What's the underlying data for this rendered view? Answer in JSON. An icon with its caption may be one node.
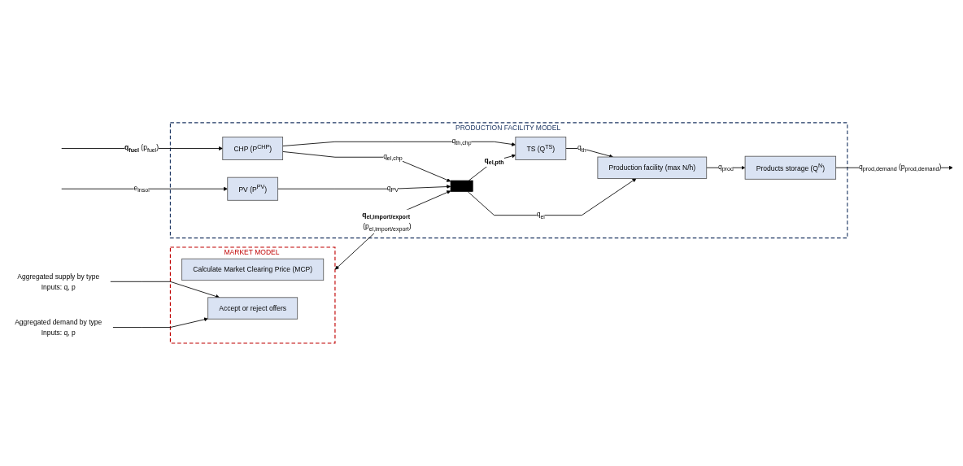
{
  "diagram": {
    "nodes": [
      {
        "text": [
          "Aggregated supply by type",
          "Inputs: q, p"
        ]
      },
      {
        "text": [
          "MARKET MODEL"
        ]
      },
      {
        "text": [
          "Calculate Market Clearing Price (MCP)"
        ],
        "in": 1
      },
      {
        "text": [
          "Accept or reject offers"
        ],
        "in": 1
      },
      {
        "text": [
          "Aggregated demand by type",
          "Inputs: q, p"
        ]
      },
      {
        "text": [
          "PRODUCTION FACILITY MODEL"
        ]
      },
      {
        "text": [
          "CHP (P$^{CHP}$)"
        ],
        "in": 5
      },
      {
        "text": [
          "TS (Q$^{TS}$)"
        ],
        "in": 5
      },
      {
        "text": [
          "Production facility (max N/h)"
        ],
        "in": 5
      },
      {
        "text": [],
        "shape": "bar",
        "in": 5
      },
      {
        "text": [
          "Products storage (Q$^{N}$)"
        ],
        "in": 5
      },
      {
        "text": [
          "PV (P$^{PV}$)"
        ],
        "in": 5
      }
    ],
    "edges": [
      {
        "from": 0,
        "to": 3,
        "arrow": "to"
      },
      {
        "from": 4,
        "to": 3,
        "arrow": "to"
      },
      {
        "from": null,
        "to": 6,
        "arrow": "to",
        "label": "**q$_{fuel}$** (p$_{fuel}$)"
      },
      {
        "from": 6,
        "to": 7,
        "arrow": "to",
        "label": "q$_{th,chp}$"
      },
      {
        "from": 6,
        "to": 9,
        "arrow": "to",
        "label": "q$_{el,chp}$"
      },
      {
        "from": 9,
        "to": 7,
        "arrow": "to",
        "label": "**q$_{el,pth}$**"
      },
      {
        "from": 7,
        "to": 8,
        "arrow": "to",
        "label": "q$_{th}$"
      },
      {
        "from": 9,
        "to": 8,
        "arrow": "to",
        "label": "q$_{el}$"
      },
      {
        "from": 1,
        "to": 9,
        "arrow": "both",
        "label": "**q$_{el,import/export}$** (p$_{el,import/export}$)"
      },
      {
        "from": 11,
        "to": 9,
        "arrow": "to",
        "label": "q$_{PV}$"
      },
      {
        "from": null,
        "to": 11,
        "arrow": "to",
        "label": "e$_{insol}$"
      },
      {
        "from": 8,
        "to": 10,
        "arrow": "to",
        "label": "q$_{prod}$"
      },
      {
        "from": 10,
        "to": null,
        "arrow": "to",
        "label": "q$_{prod,demand}$ (p$_{prod,demand}$)"
      }
    ]
  }
}
